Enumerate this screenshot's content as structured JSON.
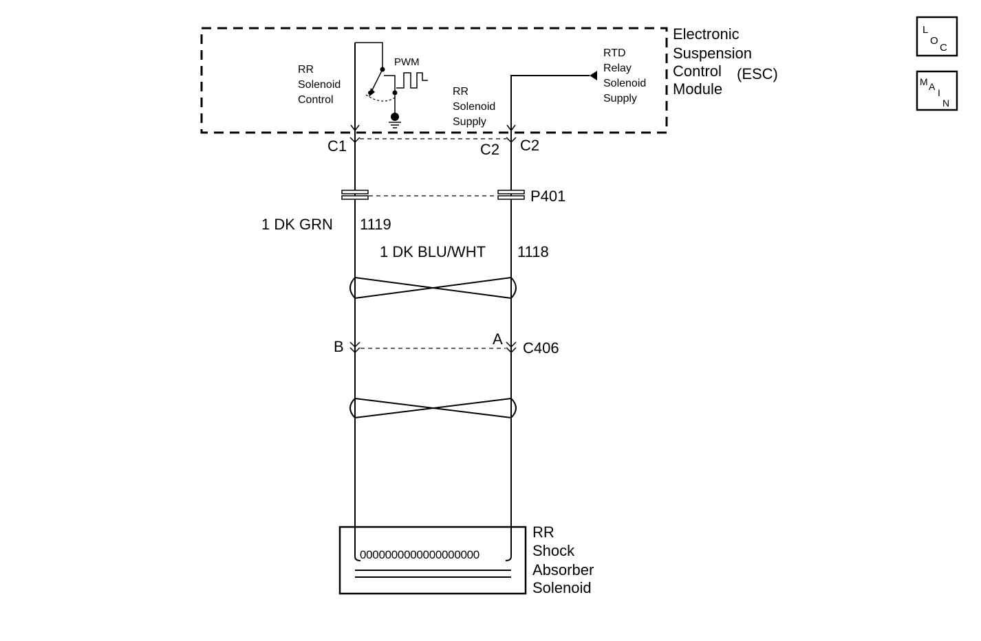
{
  "module": {
    "name_lines": [
      "Electronic",
      "Suspension",
      "Control",
      "Module"
    ],
    "abbrev": "(ESC)",
    "pins": {
      "rr_solenoid_control": [
        "RR",
        "Solenoid",
        "Control"
      ],
      "pwm": "PWM",
      "rr_solenoid_supply": [
        "RR",
        "Solenoid",
        "Supply"
      ],
      "rtd_relay_solenoid_supply": [
        "RTD",
        "Relay",
        "Solenoid",
        "Supply"
      ]
    }
  },
  "connectors": {
    "c1": "C1",
    "c2_left": "C2",
    "c2_right": "C2",
    "p401": "P401",
    "c406": "C406",
    "c406_pin_b": "B",
    "c406_pin_a": "A"
  },
  "wires": {
    "left": {
      "gauge_color": "1 DK GRN",
      "circuit": "1119"
    },
    "right": {
      "gauge_color": "1 DK BLU/WHT",
      "circuit": "1118"
    }
  },
  "component": {
    "name_lines": [
      "RR",
      "Shock",
      "Absorber",
      "Solenoid"
    ],
    "coil_text": "0000000000000000000"
  },
  "nav": {
    "loc": {
      "l": "L",
      "o": "O",
      "c": "C"
    },
    "main": {
      "m": "M",
      "a": "A",
      "i": "I",
      "n": "N"
    }
  }
}
